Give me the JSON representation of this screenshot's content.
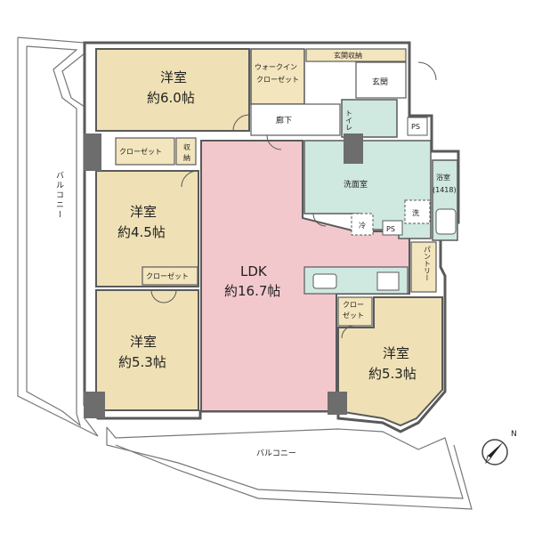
{
  "floorplan": {
    "balcony_left": "バルコニー",
    "balcony_bottom": "バルコニー",
    "rooms": {
      "western_nw": {
        "name": "洋室",
        "size": "約6.0帖"
      },
      "walk_in_closet": {
        "line1": "ウォークイン",
        "line2": "クローゼット"
      },
      "entrance_storage": "玄関収納",
      "entrance": "玄関",
      "corridor": "廊下",
      "toilet": "トイレ",
      "ps_top": "PS",
      "closet_left": "クローゼット",
      "storage_left": {
        "line1": "収",
        "line2": "納"
      },
      "western_w": {
        "name": "洋室",
        "size": "約4.5帖"
      },
      "closet_mid": "クローゼット",
      "western_sw": {
        "name": "洋室",
        "size": "約5.3帖"
      },
      "ldk": {
        "name": "LDK",
        "size": "約16.7帖"
      },
      "washroom": "洗面室",
      "fridge": "冷",
      "washer": "洗",
      "ps_mid": "PS",
      "bathroom": {
        "name": "浴室",
        "spec": "(1418)"
      },
      "pantry": "パントリー",
      "closet_right": {
        "line1": "クロー",
        "line2": "ゼット"
      },
      "western_se": {
        "name": "洋室",
        "size": "約5.3帖"
      }
    },
    "compass": "N",
    "colors": {
      "western": "#efe1b5",
      "ldk": "#f2c8cc",
      "wet": "#cfe8e0",
      "corridor": "#ffffff",
      "storage": "#f3e5bd",
      "wall": "#5a5a5a",
      "pillar": "#6d6d6d"
    }
  }
}
